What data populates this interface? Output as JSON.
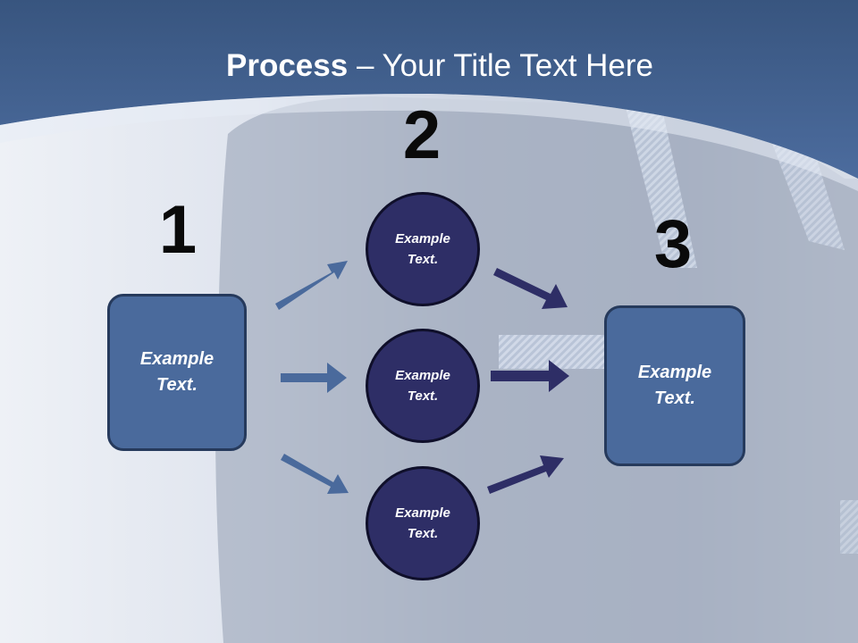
{
  "title": {
    "bold": "Process",
    "rest": " – Your Title Text Here"
  },
  "steps": [
    {
      "number": "1",
      "label": "Example Text."
    },
    {
      "number": "2",
      "labels": [
        "Example Text.",
        "Example Text.",
        "Example Text."
      ]
    },
    {
      "number": "3",
      "label": "Example Text."
    }
  ],
  "colors": {
    "header": "#4a6a9c",
    "box_fill": "#4a6a9c",
    "circle_fill": "#2e2e66",
    "arrow_left": "#4a6a9c",
    "arrow_right": "#2e2e66"
  }
}
